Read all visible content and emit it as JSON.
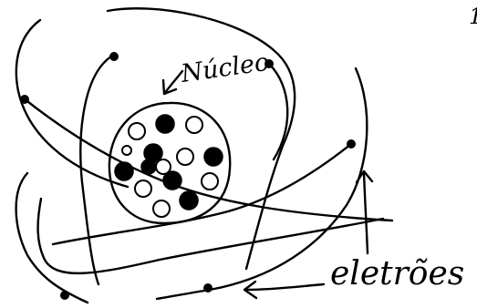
{
  "diagram": {
    "page_number": "1",
    "labels": {
      "nucleus": "Núcleo",
      "electrons": "eletrões"
    },
    "nucleus": {
      "protons": 7,
      "neutrons": 8
    },
    "electron_count": 6
  },
  "colors": {
    "ink": "#000000",
    "paper": "#ffffff"
  }
}
